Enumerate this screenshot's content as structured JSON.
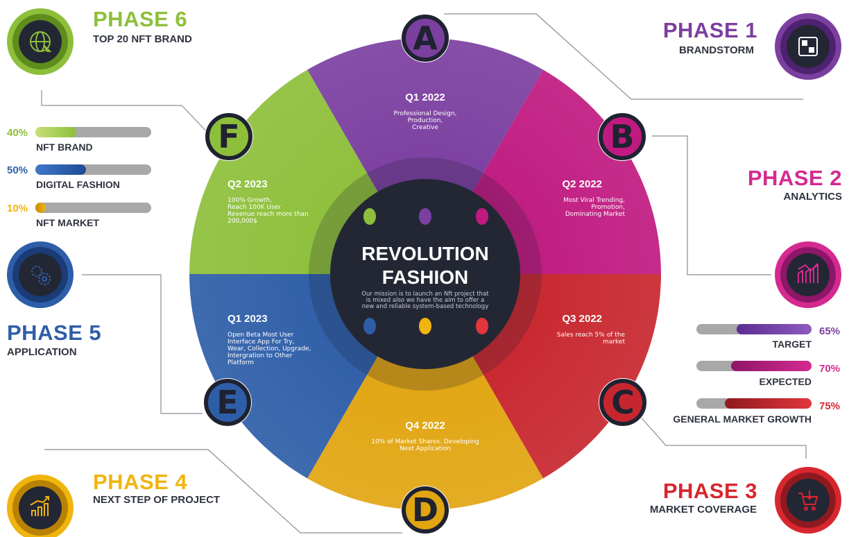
{
  "center": {
    "title_line1": "REVOLUTION",
    "title_line2": "FASHION",
    "mission_line1": "Our mission is to launch an Nft project that",
    "mission_line2": "is mixed also we have the aim to offer a",
    "mission_line3": "new and reliable system-based technology"
  },
  "segments": [
    {
      "letter": "A",
      "quarter": "Q1 2022",
      "lines": [
        "Professional Design,",
        "Production,",
        "Creative"
      ],
      "color": "#7b3fa0"
    },
    {
      "letter": "B",
      "quarter": "Q2 2022",
      "lines": [
        "Most Viral Trending,",
        "Promotion,",
        "Dominating Market"
      ],
      "color": "#c01a80"
    },
    {
      "letter": "C",
      "quarter": "Q3 2022",
      "lines": [
        "Sales reach 5% of the",
        "market"
      ],
      "color": "#c8262e"
    },
    {
      "letter": "D",
      "quarter": "Q4 2022",
      "lines": [
        "10% of Market Shares. Developing",
        "Next Application"
      ],
      "color": "#e1a511"
    },
    {
      "letter": "E",
      "quarter": "Q1 2023",
      "lines": [
        "Open Beta Most User",
        "Interface App For Try,",
        "Wear, Collection, Upgrade,",
        "Intergration to Other",
        "Platform"
      ],
      "color": "#2e5ea8"
    },
    {
      "letter": "F",
      "quarter": "Q2 2023",
      "lines": [
        "100% Growth,",
        "Reach 100K User",
        "Revenue reach more than",
        "200,000$"
      ],
      "color": "#8dbf3a"
    }
  ],
  "phases": {
    "p1": {
      "title": "PHASE 1",
      "subtitle": "BRANDSTORM",
      "color": "#7b3fa0",
      "icon": "qr-code-icon"
    },
    "p2": {
      "title": "PHASE 2",
      "subtitle": "ANALYTICS",
      "color": "#d42a8f",
      "icon": "analytics-chart-icon"
    },
    "p3": {
      "title": "PHASE 3",
      "subtitle": "MARKET COVERAGE",
      "color": "#d8262e",
      "icon": "cart-icon"
    },
    "p4": {
      "title": "PHASE 4",
      "subtitle": "NEXT STEP OF PROJECT",
      "color": "#f0b40e",
      "icon": "growth-chart-icon"
    },
    "p5": {
      "title": "PHASE 5",
      "subtitle": "APPLICATION",
      "color": "#2e5ea8",
      "icon": "gears-icon"
    },
    "p6": {
      "title": "PHASE 6",
      "subtitle": "TOP 20 NFT BRAND",
      "color": "#8dbf3a",
      "icon": "globe-cursor-icon"
    }
  },
  "left_bars": [
    {
      "pct_label": "40%",
      "value": 0.4,
      "label": "NFT BRAND",
      "color": "#8dbf3a",
      "color2": "#c6e07a"
    },
    {
      "pct_label": "50%",
      "value": 0.5,
      "label": "DIGITAL FASHION",
      "color": "#1f4a96",
      "color2": "#3f78c8"
    },
    {
      "pct_label": "10%",
      "value": 0.1,
      "label": "NFT MARKET",
      "color": "#f0b40e",
      "color2": "#c98a06"
    }
  ],
  "right_bars": [
    {
      "pct_label": "65%",
      "value": 0.65,
      "label": "TARGET",
      "color": "#5c2d91",
      "color2": "#8e5bc0"
    },
    {
      "pct_label": "70%",
      "value": 0.7,
      "label": "EXPECTED",
      "color": "#8e1668",
      "color2": "#d42a8f"
    },
    {
      "pct_label": "75%",
      "value": 0.75,
      "label": "GENERAL MARKET GROWTH",
      "color": "#8e1a1f",
      "color2": "#e1363d"
    }
  ]
}
